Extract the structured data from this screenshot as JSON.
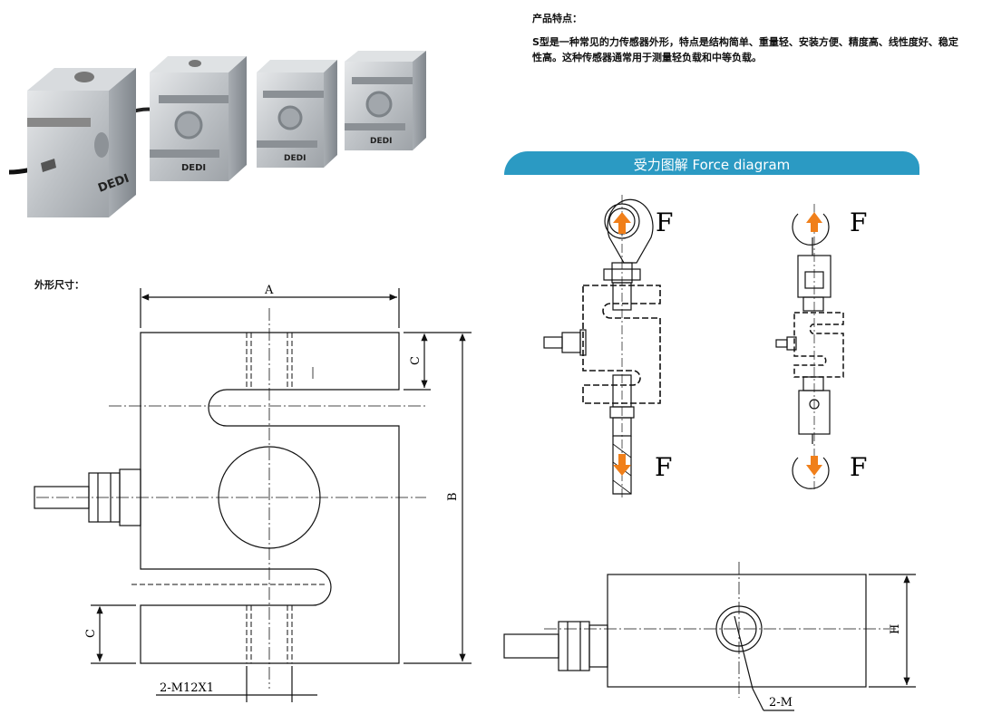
{
  "features": {
    "title": "产品特点：",
    "description": "S型是一种常见的力传感器外形，特点是结构简单、重量轻、安装方便、精度高、线性度好、稳定性高。这种传感器通常用于测量轻负载和中等负载。"
  },
  "force_diagram": {
    "title": "受力图解 Force diagram",
    "force_label": "F"
  },
  "dimensions": {
    "title": "外形尺寸：",
    "labels": {
      "a": "A",
      "b": "B",
      "c": "C",
      "h": "H",
      "thread": "2-M12X1",
      "side_thread": "2-M"
    }
  },
  "product_photo": {
    "brand_mark": "DEDI"
  },
  "colors": {
    "banner": "#2b9ac3",
    "arrow": "#f07f1a",
    "line": "#111111"
  }
}
